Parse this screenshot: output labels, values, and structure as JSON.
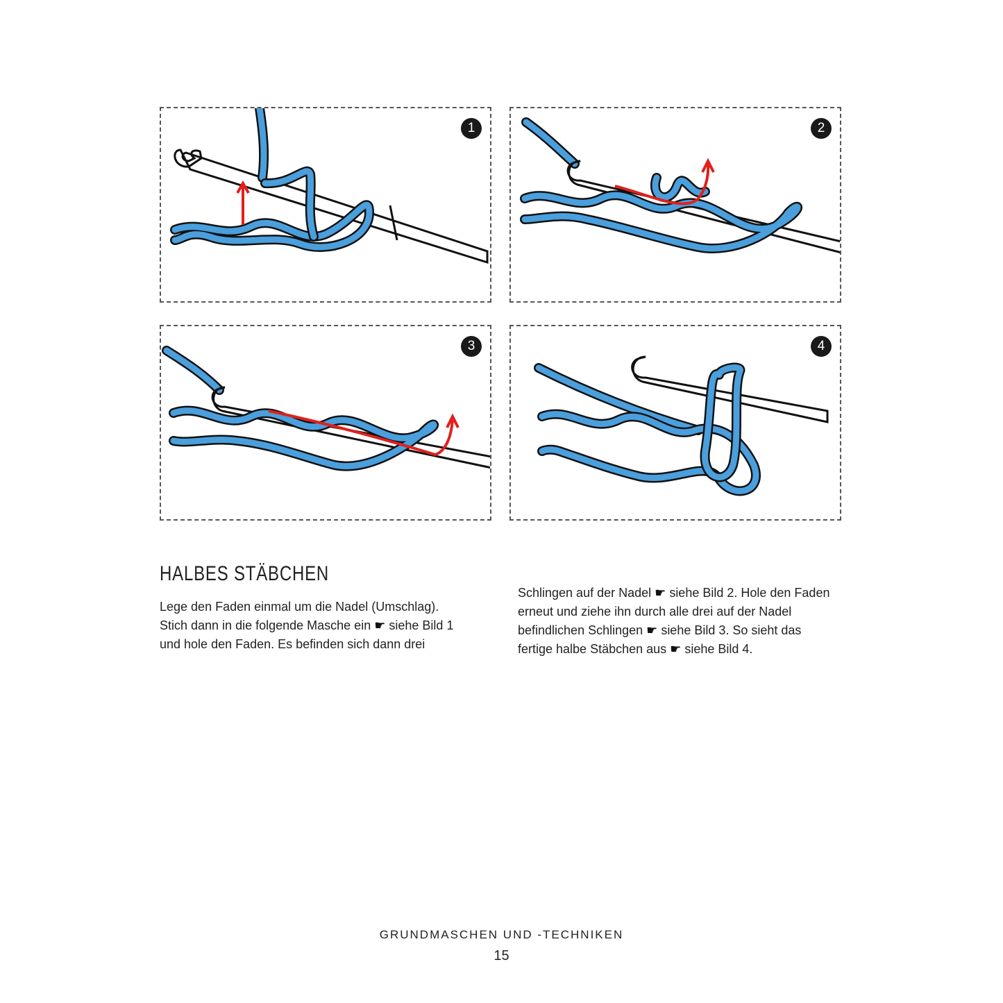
{
  "colors": {
    "yarn": "#4a9fdc",
    "outline": "#111111",
    "arrow": "#e0201c",
    "hook": "#ffffff"
  },
  "panels": [
    {
      "number": "1"
    },
    {
      "number": "2"
    },
    {
      "number": "3"
    },
    {
      "number": "4"
    }
  ],
  "heading": "HALBES STÄBCHEN",
  "col1": {
    "l1": "Lege den Faden einmal um die Nadel (Umschlag).",
    "l2a": "Stich dann in die folgende Masche ein",
    "l2b": "siehe Bild 1",
    "l3": "und hole den Faden. Es befinden sich dann drei"
  },
  "col2": {
    "l1a": "Schlingen auf der Nadel",
    "l1b": "siehe Bild 2. Hole den Faden",
    "l2": "erneut und ziehe ihn durch alle drei auf der Nadel",
    "l3a": "befindlichen Schlingen",
    "l3b": "siehe Bild 3. So sieht das",
    "l4a": "fertige halbe Stäbchen aus",
    "l4b": "siehe Bild 4."
  },
  "hand_icon": "pointing-hand-icon",
  "footer": {
    "title": "GRUNDMASCHEN UND -TECHNIKEN",
    "page": "15"
  }
}
